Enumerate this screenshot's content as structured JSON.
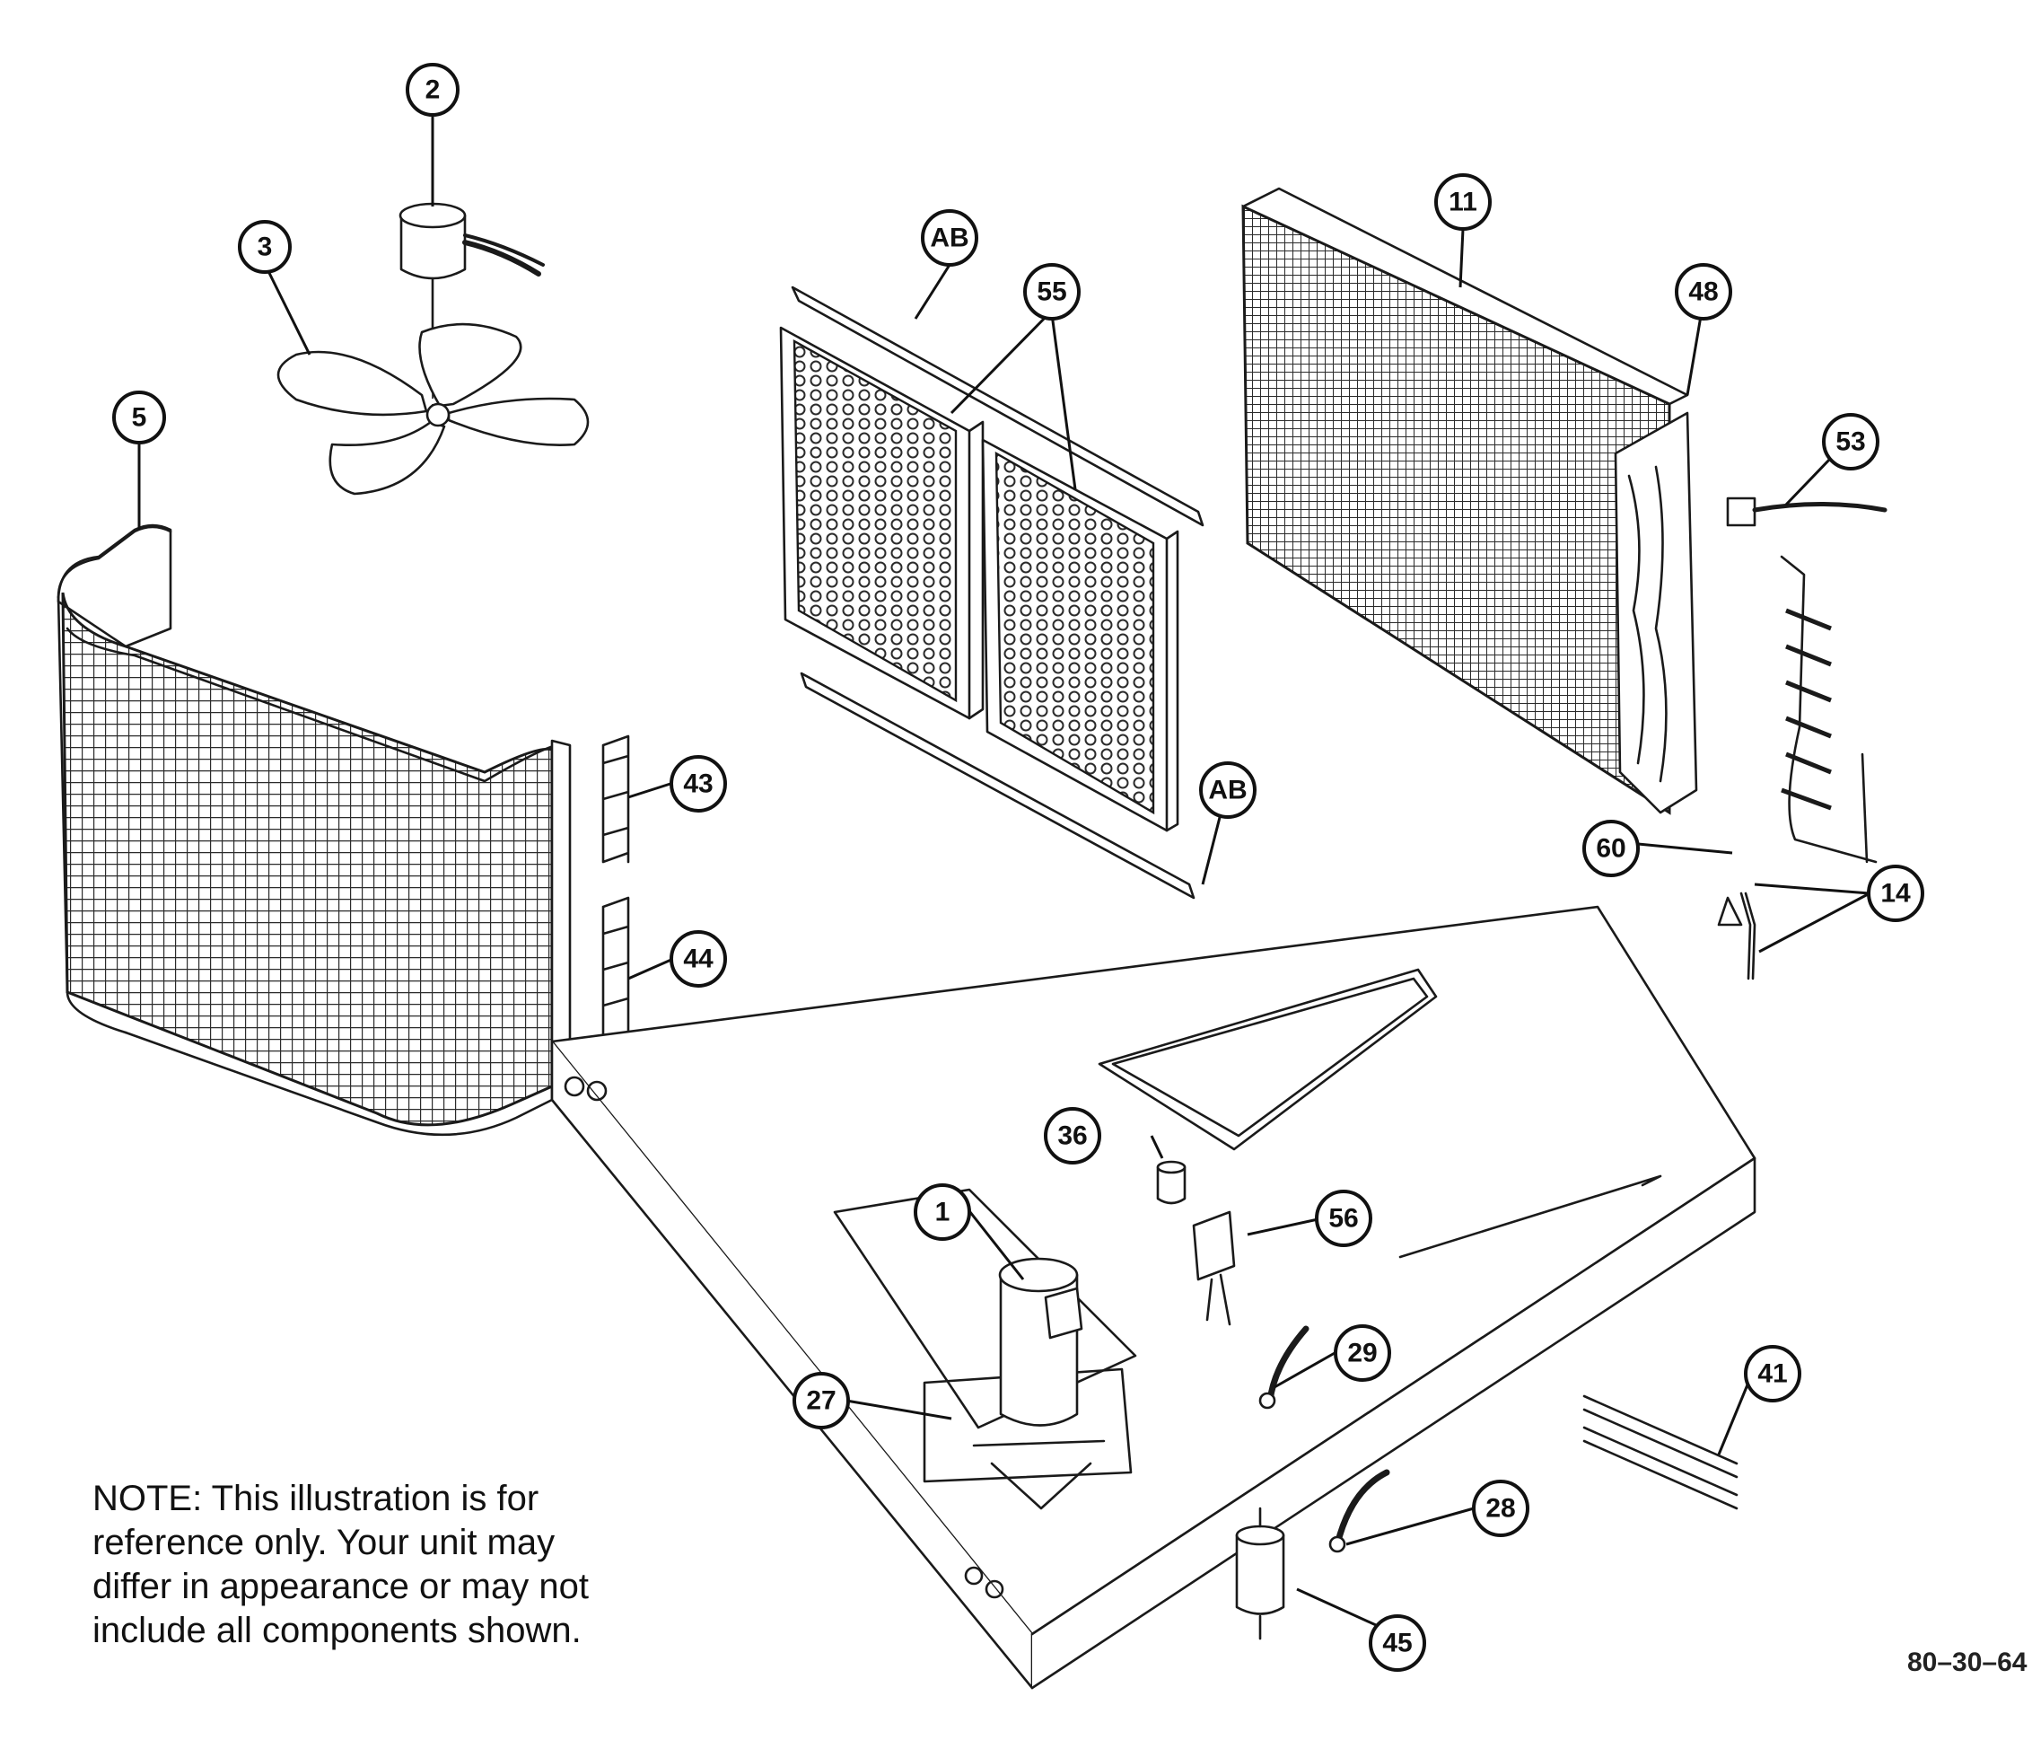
{
  "note": {
    "lines": [
      "NOTE:       This illustration is for",
      "reference only.    Your unit may",
      "differ in appearance or may not",
      "include all components shown."
    ]
  },
  "drawing_number": "80–30–64",
  "callouts": [
    "1",
    "2",
    "3",
    "5",
    "11",
    "14",
    "27",
    "28",
    "29",
    "36",
    "41",
    "43",
    "44",
    "45",
    "48",
    "53",
    "55",
    "56",
    "60",
    "AB",
    "AB"
  ]
}
